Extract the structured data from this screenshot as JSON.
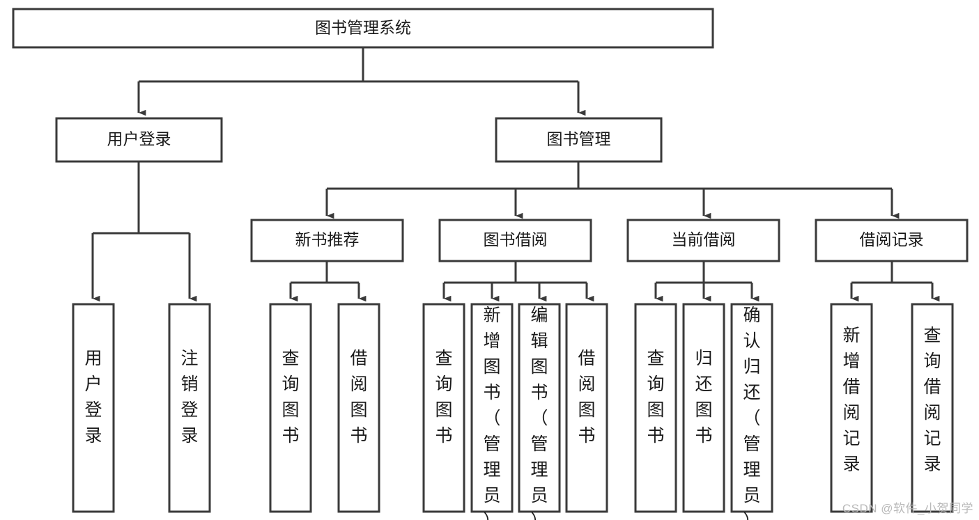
{
  "diagram": {
    "type": "tree-hierarchy",
    "orientation": "top-down",
    "title": "图书管理系统",
    "watermark": "CSDN @软件_小贺同学",
    "colors": {
      "stroke": "#3a3a3a",
      "box_fill": "#ffffff",
      "text": "#1a1a1a",
      "watermark": "#b9b9b9",
      "background": "#ffffff"
    },
    "levels": {
      "root": {
        "label": "图书管理系统"
      },
      "level2": [
        {
          "label": "用户登录"
        },
        {
          "label": "图书管理"
        }
      ],
      "level3": [
        {
          "label": "新书推荐"
        },
        {
          "label": "图书借阅"
        },
        {
          "label": "当前借阅"
        },
        {
          "label": "借阅记录"
        }
      ],
      "leaves": {
        "user_login": [
          {
            "label": "用户登录"
          },
          {
            "label": "注销登录"
          }
        ],
        "new_book_recommend": [
          {
            "label": "查询图书"
          },
          {
            "label": "借阅图书"
          }
        ],
        "book_borrow": [
          {
            "label": "查询图书"
          },
          {
            "label": "新增图书（管理员）"
          },
          {
            "label": "编辑图书（管理员）"
          },
          {
            "label": "借阅图书"
          }
        ],
        "current_borrow": [
          {
            "label": "查询图书"
          },
          {
            "label": "归还图书"
          },
          {
            "label": "确认归还（管理员）"
          }
        ],
        "borrow_record": [
          {
            "label": "新增借阅记录"
          },
          {
            "label": "查询借阅记录"
          }
        ]
      }
    }
  }
}
